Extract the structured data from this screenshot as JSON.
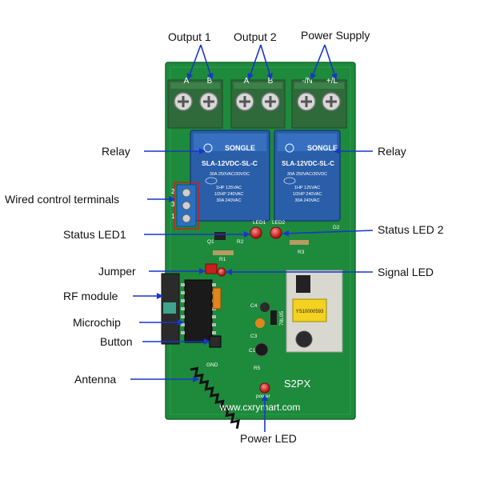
{
  "labels": {
    "output1": "Output 1",
    "output2": "Output 2",
    "power_supply": "Power Supply",
    "relay_left": "Relay",
    "relay_right": "Relay",
    "wired_control": "Wired control terminals",
    "status_led1": "Status LED1",
    "status_led2": "Status LED 2",
    "jumper": "Jumper",
    "signal_led": "Signal LED",
    "rf_module": "RF module",
    "microchip": "Microchip",
    "button": "Button",
    "antenna": "Antenna",
    "power_led": "Power LED"
  },
  "board": {
    "terminal_marks": [
      "A",
      "B",
      "A",
      "B",
      "-/N",
      "+/L"
    ],
    "relay_brand": "SONGLE",
    "relay_model": "SLA-12VDC-SL-C",
    "relay_specs": [
      "30A 250VAC/30VDC",
      "1HP 125VAC",
      "1/2HP 240VAC",
      "30A 240VAC"
    ],
    "wired_marks": [
      "1",
      "2",
      "3"
    ],
    "silk_marks": {
      "led1": "LED1",
      "led2": "LED2",
      "r1": "R1",
      "r2": "R2",
      "r3": "R3",
      "q1": "Q1",
      "d2": "D2",
      "c1": "C1",
      "c3": "C3",
      "c4": "C4",
      "r5": "R5",
      "reg": "78L05",
      "gnd": "GND",
      "power": "power",
      "module_code": "YS10000593"
    },
    "model": "S2PX",
    "website": "www.cxrymart.com"
  },
  "colors": {
    "pcb": "#1e8a3c",
    "relay": "#2a5ea8",
    "terminal": "#2f6a3a",
    "arrow": "#1a36c8",
    "led": "#d21c1c"
  }
}
